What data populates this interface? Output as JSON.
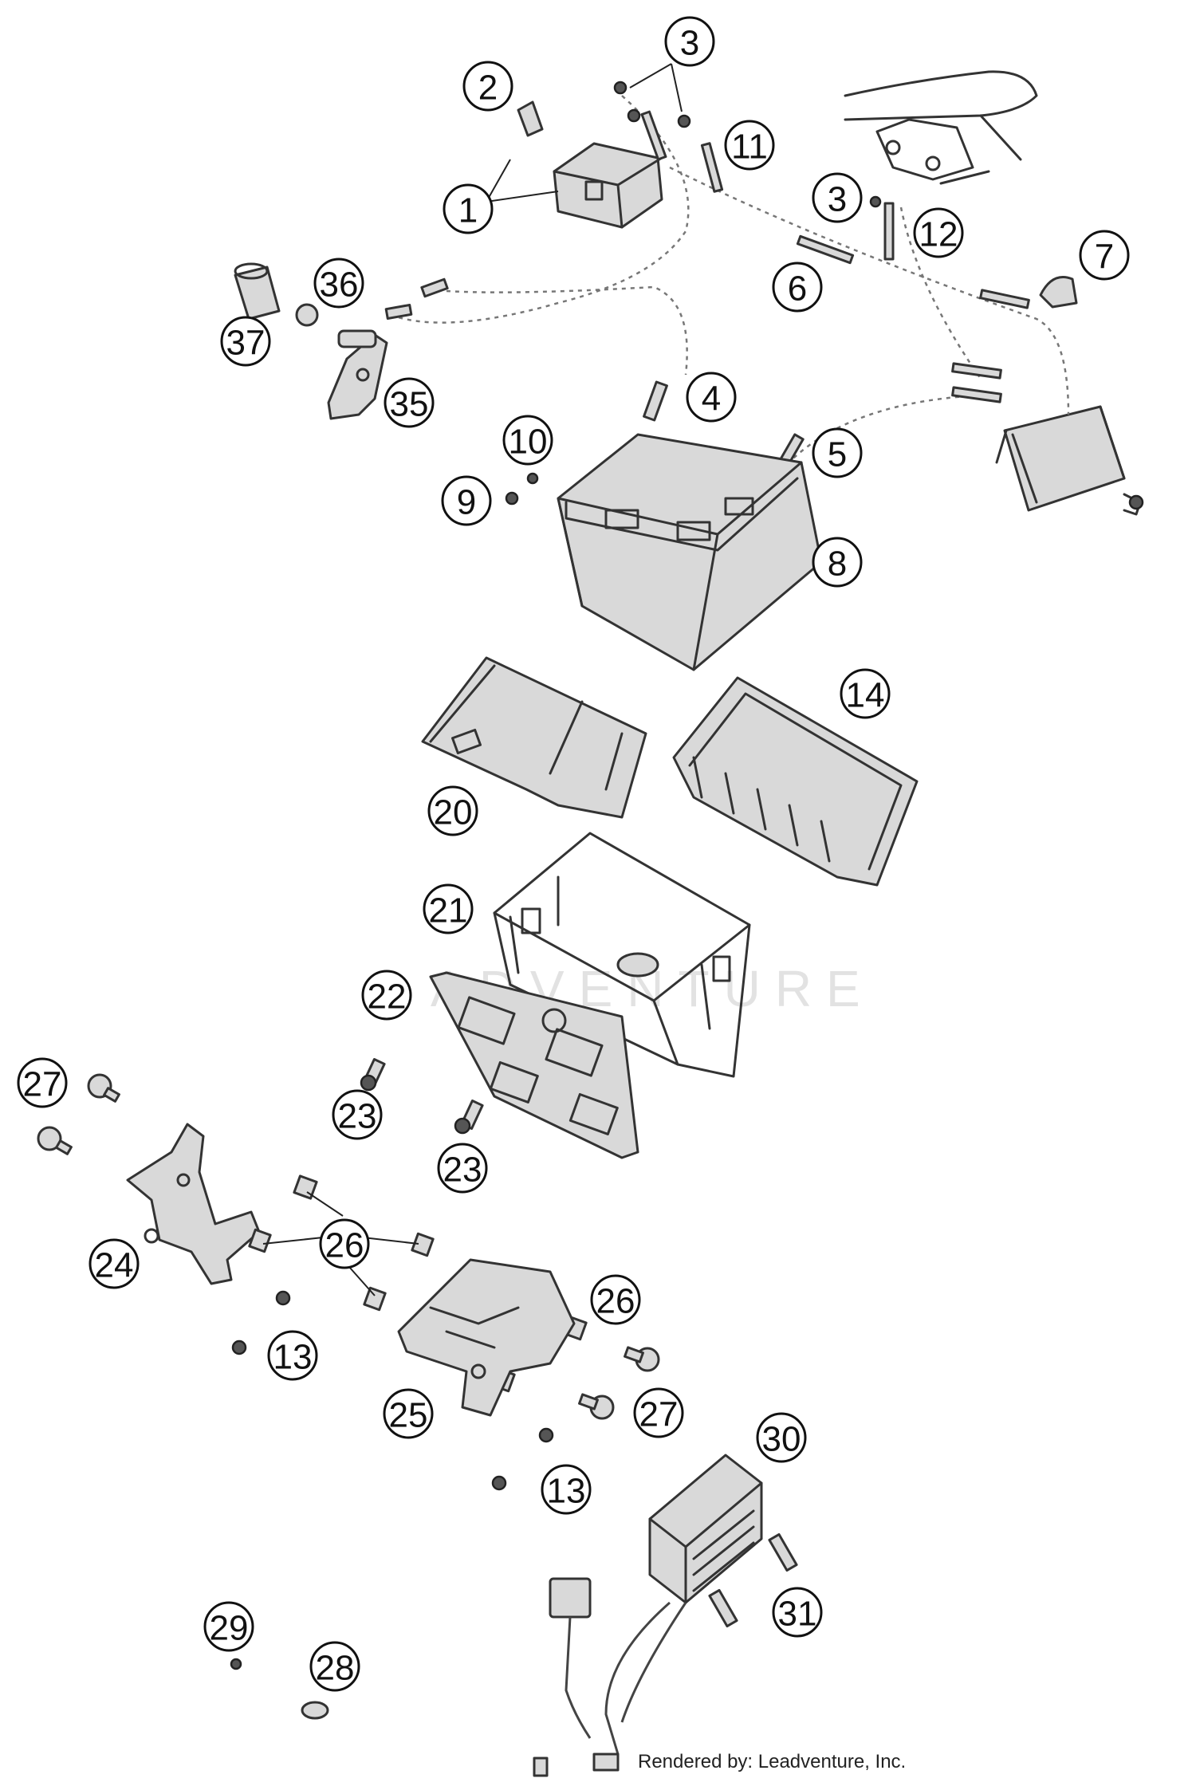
{
  "watermark": "ADVENTURE",
  "credit": "Rendered by: Leadventure, Inc.",
  "callouts": [
    "1",
    "2",
    "3",
    "3",
    "4",
    "5",
    "6",
    "7",
    "8",
    "9",
    "10",
    "11",
    "12",
    "13",
    "13",
    "14",
    "20",
    "21",
    "22",
    "23",
    "23",
    "24",
    "25",
    "26",
    "26",
    "27",
    "27",
    "28",
    "29",
    "30",
    "31",
    "35",
    "36",
    "37"
  ]
}
